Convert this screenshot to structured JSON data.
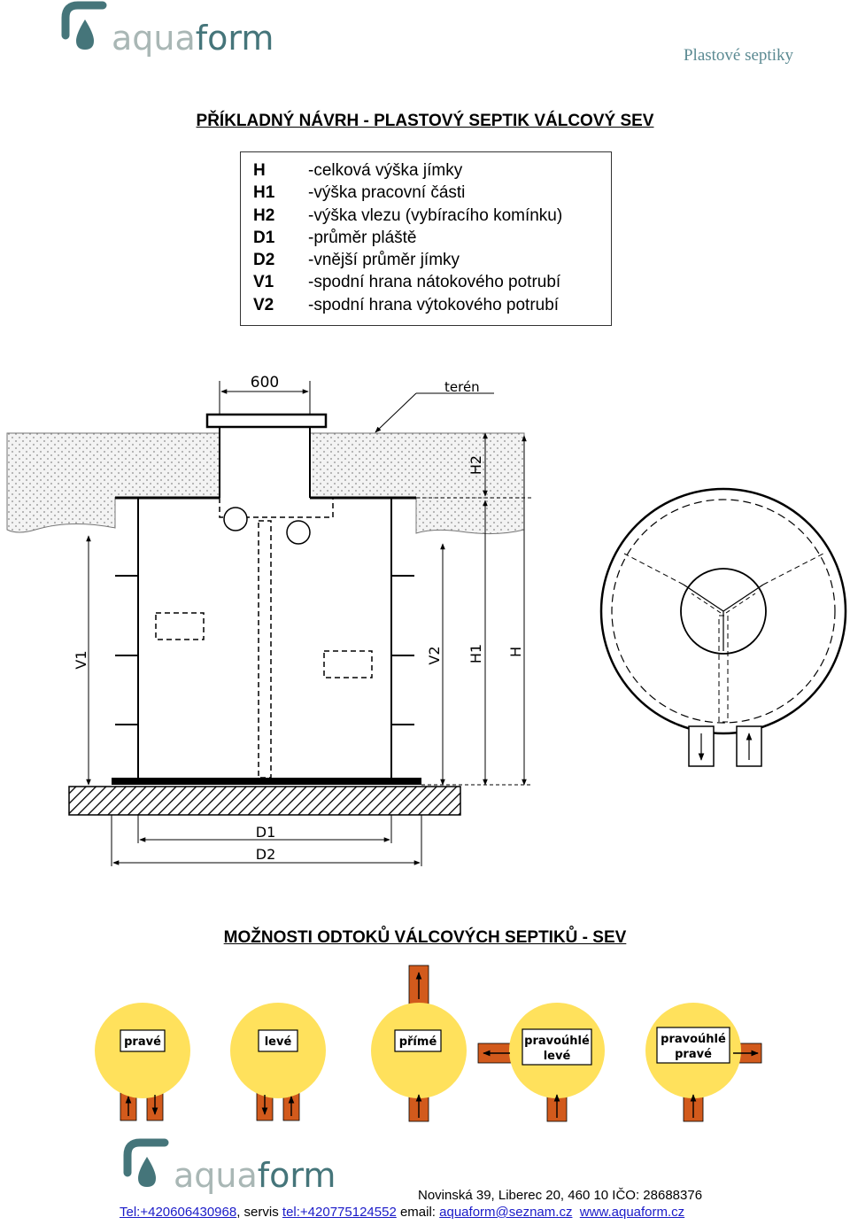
{
  "brand": {
    "logo_part1": "aqua",
    "logo_part2": "form",
    "header_label": "Plastové septiky"
  },
  "title": "PŘÍKLADNÝ NÁVRH - PLASTOVÝ SEPTIK VÁLCOVÝ SEV",
  "legend": [
    {
      "sym": "H",
      "desc": "-celková výška jímky"
    },
    {
      "sym": "H1",
      "desc": "-výška pracovní části"
    },
    {
      "sym": "H2",
      "desc": "-výška vlezu (vybíracího komínku)"
    },
    {
      "sym": "D1",
      "desc": "-průměr pláště"
    },
    {
      "sym": "D2",
      "desc": "-vnější průměr jímky"
    },
    {
      "sym": "V1",
      "desc": "-spodní hrana nátokového potrubí"
    },
    {
      "sym": "V2",
      "desc": "-spodní hrana výtokového potrubí"
    }
  ],
  "diagram": {
    "dim_600": "600",
    "teren": "terén",
    "lbl_h2": "H2",
    "lbl_v1": "V1",
    "lbl_v2": "V2",
    "lbl_h1": "H1",
    "lbl_h": "H",
    "lbl_d1": "D1",
    "lbl_d2": "D2"
  },
  "options_title": "MOŽNOSTI ODTOKŮ VÁLCOVÝCH SEPTIKŮ - SEV",
  "options": [
    {
      "line1": "pravé",
      "line2": ""
    },
    {
      "line1": "levé",
      "line2": ""
    },
    {
      "line1": "přímé",
      "line2": ""
    },
    {
      "line1": "pravoúhlé",
      "line2": "levé"
    },
    {
      "line1": "pravoúhlé",
      "line2": "pravé"
    }
  ],
  "colors": {
    "option_fill": "#ffe15c",
    "pipe_fill": "#d25a1c",
    "brand_dark": "#45757a",
    "brand_light": "#a9b7b5",
    "link": "#1b1bc8"
  },
  "footer": {
    "address": "Novinská 39, Liberec 20, 460 10  IČO: 28688376",
    "tel_label": "Tel:+420606430968",
    "servis_text": ", servis ",
    "servis_tel": "tel:+420775124552",
    "email_label": " email: ",
    "email": "aquaform@seznam.cz",
    "web": "www.aquaform.cz"
  }
}
